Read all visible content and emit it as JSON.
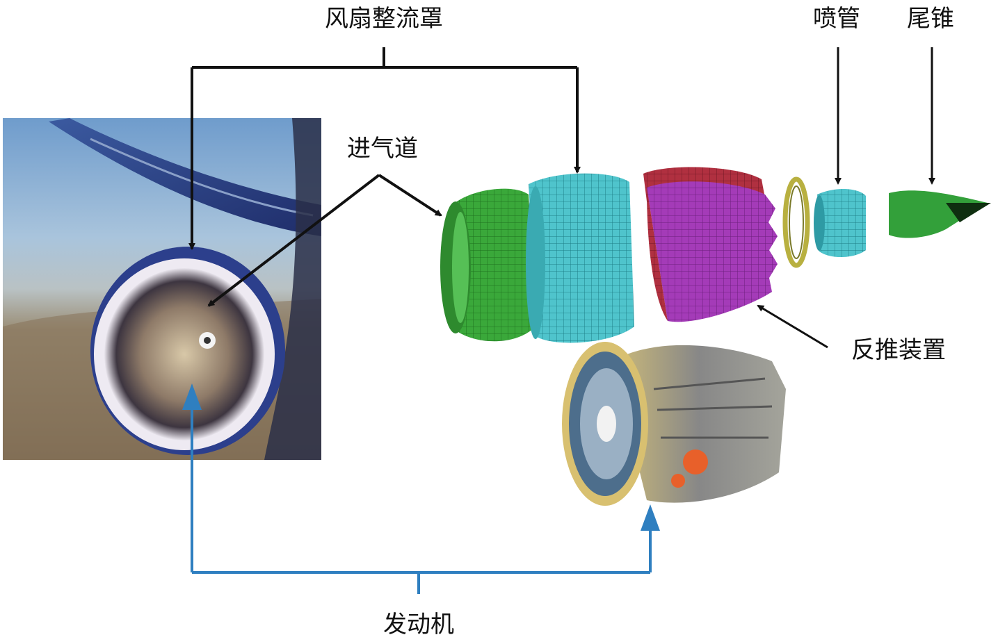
{
  "labels": {
    "fan_cowl": "风扇整流罩",
    "inlet": "进气道",
    "nozzle": "喷管",
    "tail_cone": "尾锥",
    "thrust_reverser": "反推装置",
    "engine": "发动机"
  },
  "colors": {
    "black_leader": "#111111",
    "blue_leader": "#2f7fc0",
    "inlet_part": "#3aa83a",
    "fan_cowl_part": "#4fc4cc",
    "reverser_part": "#a43bb8",
    "reverser_outer": "#b03040",
    "nozzle_part": "#3aaec0",
    "tail_cone_part": "#33a03a",
    "sky": "#8fb4d8",
    "ground": "#8a7a62",
    "nacelle": "#2c3f8c"
  }
}
